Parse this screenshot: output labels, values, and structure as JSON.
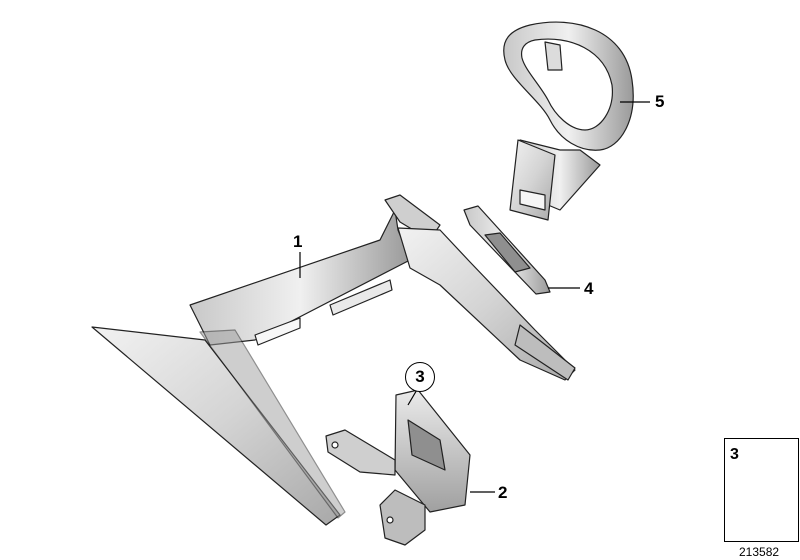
{
  "parts": [
    {
      "id": "trim-panel",
      "callout": "1"
    },
    {
      "id": "bracket",
      "callout": "2"
    },
    {
      "id": "bracket-screw-ref",
      "callout": "3"
    },
    {
      "id": "cover-strip",
      "callout": "4"
    },
    {
      "id": "cup-holder-ring",
      "callout": "5"
    }
  ],
  "legend": {
    "item_number": "3",
    "item_icon": "screw-icon",
    "bottom_icon": "shim-plate-icon"
  },
  "diagram_id": "213582",
  "colors": {
    "part_fill": "#d9d9d9",
    "part_shade": "#b3b3b3",
    "line": "#000000"
  }
}
